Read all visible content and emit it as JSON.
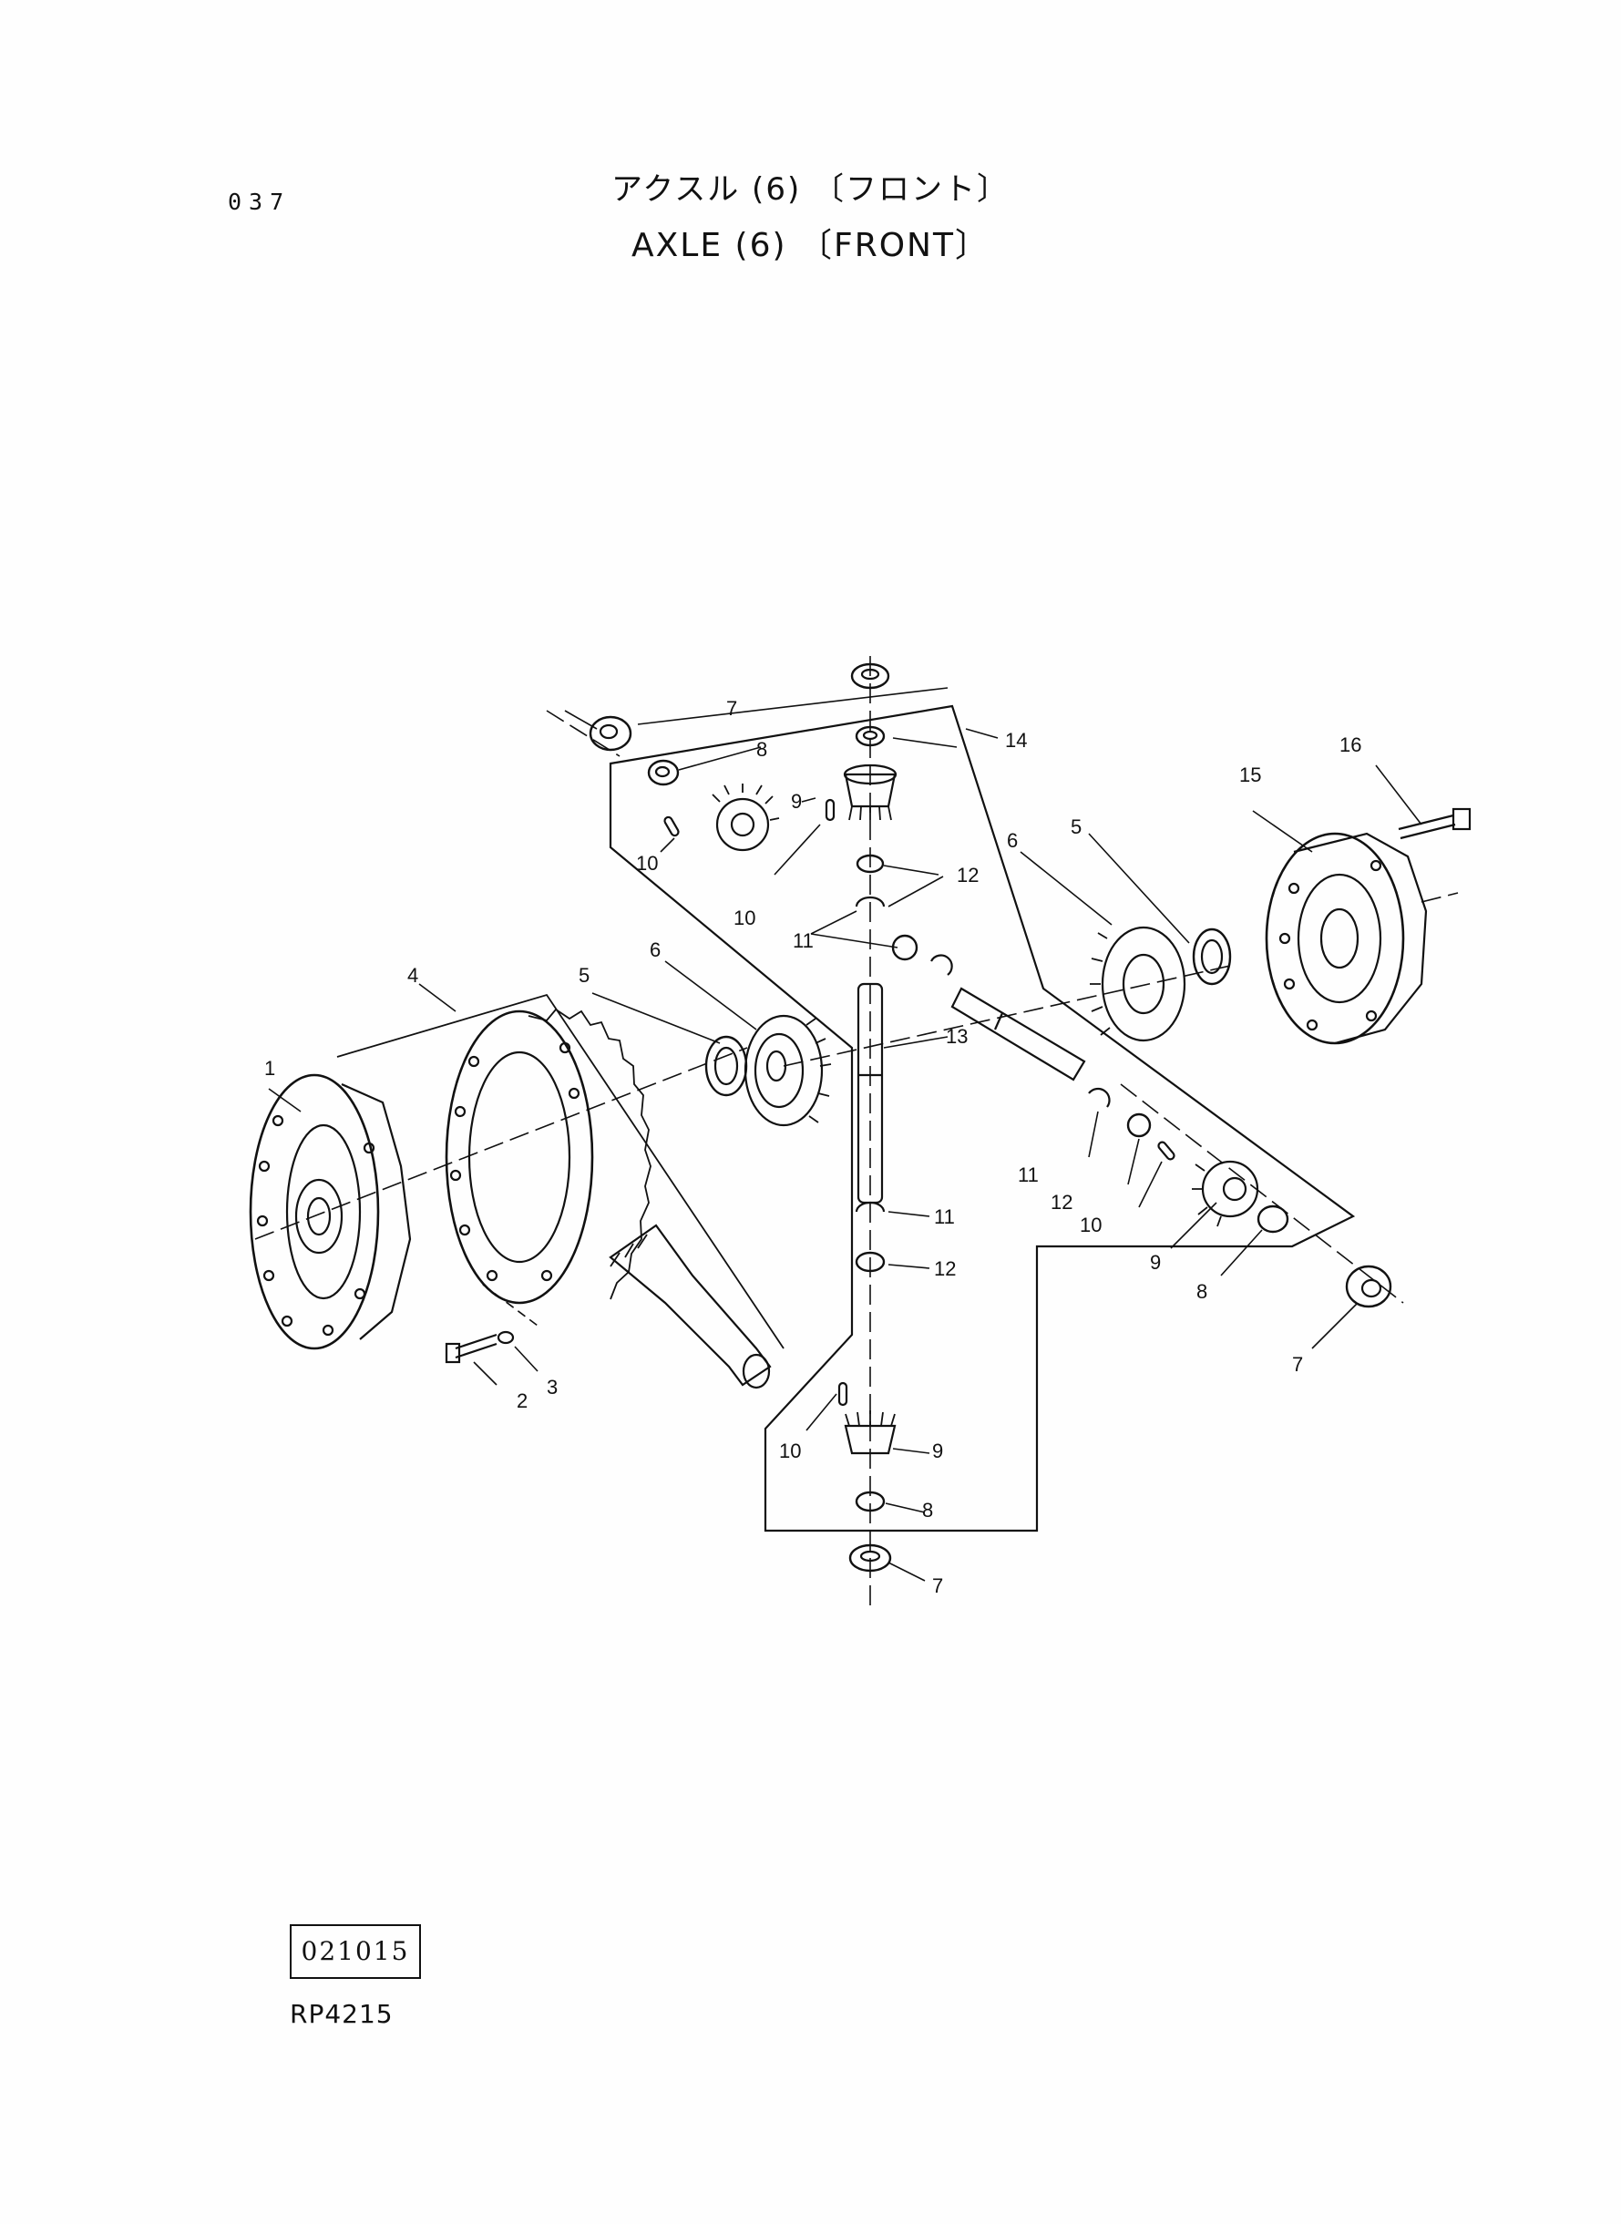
{
  "header": {
    "page_number": "037",
    "title_jp": "アクスル (6) 〔フロント〕",
    "title_en": "AXLE (6) 〔FRONT〕"
  },
  "footer": {
    "code": "021015",
    "reference": "RP4215"
  },
  "callouts": {
    "c1": "1",
    "c2": "2",
    "c3": "3",
    "c4": "4",
    "c5a": "5",
    "c5b": "5",
    "c6a": "6",
    "c6b": "6",
    "c7a": "7",
    "c7b": "7",
    "c7c": "7",
    "c8a": "8",
    "c8b": "8",
    "c8c": "8",
    "c9a": "9",
    "c9b": "9",
    "c9c": "9",
    "c10a": "10",
    "c10b": "10",
    "c10c": "10",
    "c10d": "10",
    "c11a": "11",
    "c11b": "11",
    "c11c": "11",
    "c12a": "12",
    "c12b": "12",
    "c12c": "12",
    "c13": "13",
    "c14": "14",
    "c15": "15",
    "c16": "16"
  }
}
